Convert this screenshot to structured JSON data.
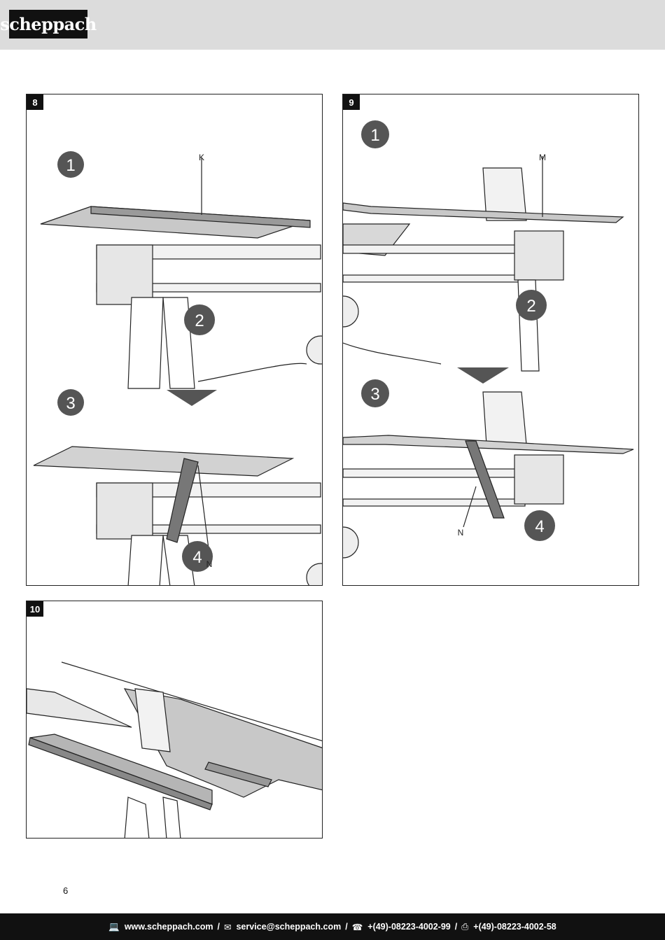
{
  "header": {
    "brand": "scheppach"
  },
  "figures": [
    {
      "number": "8",
      "steps": [
        "1",
        "2",
        "3",
        "4"
      ],
      "labels": [
        "K",
        "N"
      ]
    },
    {
      "number": "9",
      "steps": [
        "1",
        "2",
        "3",
        "4"
      ],
      "labels": [
        "M",
        "N"
      ]
    },
    {
      "number": "10"
    }
  ],
  "page_number": "6",
  "footer": {
    "website": "www.scheppach.com",
    "email": "service@scheppach.com",
    "phone": "+(49)-08223-4002-99",
    "fax": "+(49)-08223-4002-58",
    "separator": "/",
    "icons": {
      "website": "computer-icon",
      "email": "mail-icon",
      "phone": "phone-icon",
      "fax": "fax-icon"
    }
  }
}
